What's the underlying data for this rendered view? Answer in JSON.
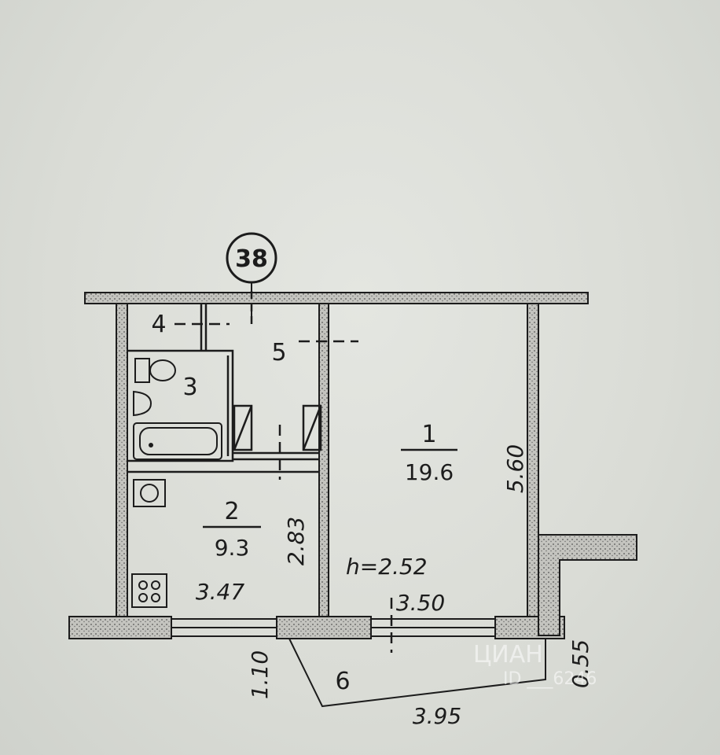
{
  "plan": {
    "axis_label": "38",
    "rooms": [
      {
        "id": "1",
        "number": "1",
        "area": "19.6"
      },
      {
        "id": "2",
        "number": "2",
        "area": "9.3"
      },
      {
        "id": "3",
        "number": "3"
      },
      {
        "id": "4",
        "number": "4"
      },
      {
        "id": "5",
        "number": "5"
      },
      {
        "id": "6",
        "number": "6"
      }
    ],
    "ceiling_height": "h=2.52",
    "dimensions": {
      "room1_length": "5.60",
      "room1_width": "3.50",
      "room2_width": "3.47",
      "room2_length": "2.83",
      "balcony_depth": "1.10",
      "balcony_length": "3.95",
      "balcony_end": "0.55"
    }
  },
  "watermark": {
    "brand": "ЦИАН",
    "id_text": "ID ___6246"
  },
  "colors": {
    "background": "#dcdfd9",
    "ink": "#1c1c1c",
    "wall_fill": "#bdbdb8"
  }
}
